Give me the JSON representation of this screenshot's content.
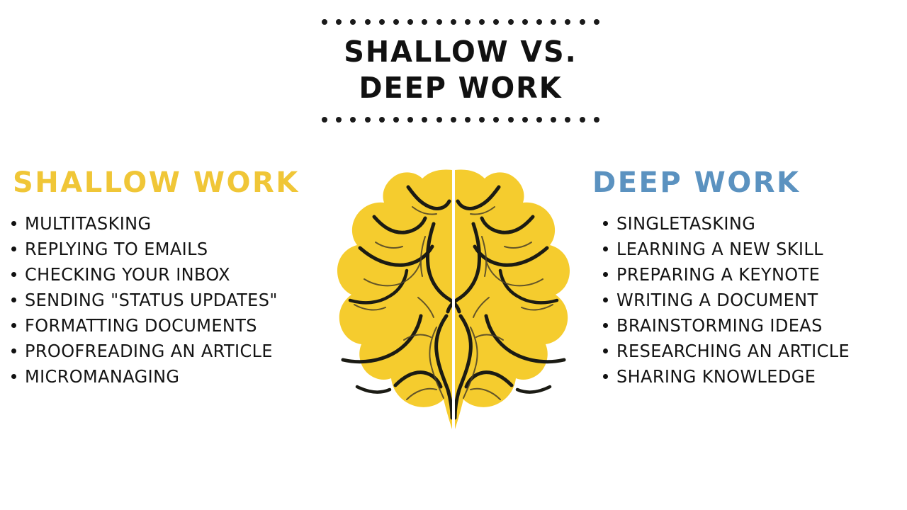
{
  "title": {
    "line1": "SHALLOW VS.",
    "line2": "DEEP WORK",
    "divider_dot_count": 20
  },
  "colors": {
    "background": "#FFFFFF",
    "shallow_accent": "#F0C637",
    "deep_accent": "#5B92C0",
    "brain_fill": "#F5CC2E",
    "brain_line": "#1B1B14",
    "text": "#141414"
  },
  "columns": {
    "shallow": {
      "heading": "SHALLOW WORK",
      "items": [
        "MULTITASKING",
        "REPLYING TO EMAILS",
        "CHECKING YOUR INBOX",
        "SENDING \"STATUS UPDATES\"",
        "FORMATTING DOCUMENTS",
        "PROOFREADING AN ARTICLE",
        "MICROMANAGING"
      ]
    },
    "deep": {
      "heading": "DEEP WORK",
      "items": [
        "SINGLETASKING",
        "LEARNING A NEW SKILL",
        "PREPARING A KEYNOTE",
        "WRITING A DOCUMENT",
        "BRAINSTORMING IDEAS",
        "RESEARCHING AN ARTICLE",
        "SHARING KNOWLEDGE"
      ]
    }
  },
  "illustration": {
    "name": "brain-top-view",
    "description": "Yellow top-down human brain with central fissure and sulci"
  }
}
